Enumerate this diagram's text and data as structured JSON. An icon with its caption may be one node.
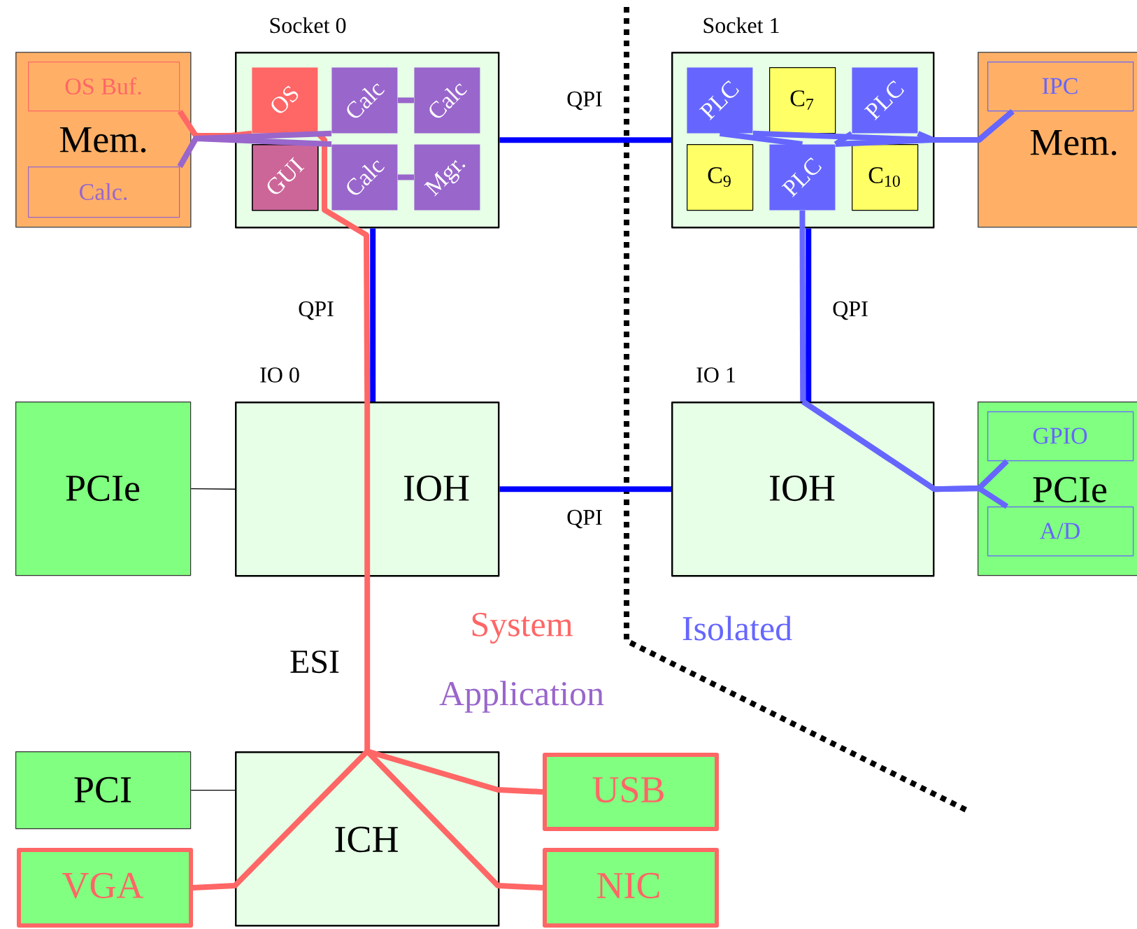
{
  "diagram": {
    "nodes": [
      {
        "text": [
          "Mem."
        ]
      },
      {
        "text": [
          "OS Buf."
        ],
        "in": 0
      },
      {
        "text": [
          "Calc."
        ],
        "in": 0
      },
      {
        "text": [
          "Socket 0"
        ]
      },
      {
        "text": [
          "OS"
        ],
        "in": 3
      },
      {
        "text": [
          "Calc"
        ],
        "in": 3
      },
      {
        "text": [
          "Calc"
        ],
        "in": 3
      },
      {
        "text": [
          "GUI"
        ],
        "in": 3
      },
      {
        "text": [
          "Calc"
        ],
        "in": 3
      },
      {
        "text": [
          "Mgr."
        ],
        "in": 3
      },
      {
        "text": [
          "Socket 1"
        ]
      },
      {
        "text": [
          "PLC"
        ],
        "in": 10
      },
      {
        "text": [
          "C$_{7}$"
        ],
        "in": 10
      },
      {
        "text": [
          "PLC"
        ],
        "in": 10
      },
      {
        "text": [
          "C$_{9}$"
        ],
        "in": 10
      },
      {
        "text": [
          "PLC"
        ],
        "in": 10
      },
      {
        "text": [
          "C$_{10}$"
        ],
        "in": 10
      },
      {
        "text": [
          "Mem."
        ]
      },
      {
        "text": [
          "IPC"
        ],
        "in": 17
      },
      {
        "text": [
          "PCIe"
        ]
      },
      {
        "text": [
          "IO 0",
          "IOH"
        ]
      },
      {
        "text": [
          "IO 1",
          "IOH"
        ]
      },
      {
        "text": [
          "PCIe"
        ]
      },
      {
        "text": [
          "GPIO"
        ],
        "in": 22
      },
      {
        "text": [
          "A/D"
        ],
        "in": 22
      },
      {
        "text": [
          "PCI"
        ]
      },
      {
        "text": [
          "ICH"
        ]
      },
      {
        "text": [
          "VGA"
        ]
      },
      {
        "text": [
          "USB"
        ]
      },
      {
        "text": [
          "NIC"
        ]
      }
    ],
    "edges": [
      {
        "from": 3,
        "to": 10,
        "arrow": "none",
        "label": "QPI",
        "color": "#0000ff"
      },
      {
        "from": 3,
        "to": 20,
        "arrow": "none",
        "label": "QPI",
        "color": "#0000ff"
      },
      {
        "from": 10,
        "to": 21,
        "arrow": "none",
        "label": "QPI",
        "color": "#0000ff"
      },
      {
        "from": 20,
        "to": 21,
        "arrow": "none",
        "label": "QPI",
        "color": "#0000ff"
      },
      {
        "from": 19,
        "to": 20,
        "arrow": "none",
        "color": "#000000"
      },
      {
        "from": 25,
        "to": 26,
        "arrow": "none",
        "color": "#000000"
      },
      {
        "from": 1,
        "to": 4,
        "arrow": "none",
        "color": "#ff6666"
      },
      {
        "from": 4,
        "to": 20,
        "arrow": "none",
        "color": "#ff6666"
      },
      {
        "from": 20,
        "to": 26,
        "arrow": "none",
        "label": "ESI",
        "color": "#ff6666"
      },
      {
        "from": 26,
        "to": 27,
        "arrow": "none",
        "color": "#ff6666"
      },
      {
        "from": 26,
        "to": 28,
        "arrow": "none",
        "color": "#ff6666"
      },
      {
        "from": 26,
        "to": 29,
        "arrow": "none",
        "color": "#ff6666"
      },
      {
        "from": 2,
        "to": 5,
        "arrow": "none",
        "color": "#9966cc"
      },
      {
        "from": 2,
        "to": 8,
        "arrow": "none",
        "color": "#9966cc"
      },
      {
        "from": 5,
        "to": 6,
        "arrow": "none",
        "color": "#9966cc"
      },
      {
        "from": 8,
        "to": 9,
        "arrow": "none",
        "color": "#9966cc"
      },
      {
        "from": 11,
        "to": 18,
        "arrow": "none",
        "color": "#6666ff"
      },
      {
        "from": 13,
        "to": 18,
        "arrow": "none",
        "color": "#6666ff"
      },
      {
        "from": 15,
        "to": 18,
        "arrow": "none",
        "color": "#6666ff"
      },
      {
        "from": 11,
        "to": 15,
        "arrow": "none",
        "color": "#6666ff"
      },
      {
        "from": 13,
        "to": 15,
        "arrow": "none",
        "color": "#6666ff"
      },
      {
        "from": 15,
        "to": 21,
        "arrow": "none",
        "color": "#6666ff"
      },
      {
        "from": 21,
        "to": 23,
        "arrow": "none",
        "color": "#6666ff"
      },
      {
        "from": 21,
        "to": 24,
        "arrow": "none",
        "color": "#6666ff"
      }
    ],
    "legend": [
      {
        "text": "System",
        "color": "#ff6666"
      },
      {
        "text": "Isolated",
        "color": "#6666ff"
      },
      {
        "text": "Application",
        "color": "#9966cc"
      }
    ]
  }
}
